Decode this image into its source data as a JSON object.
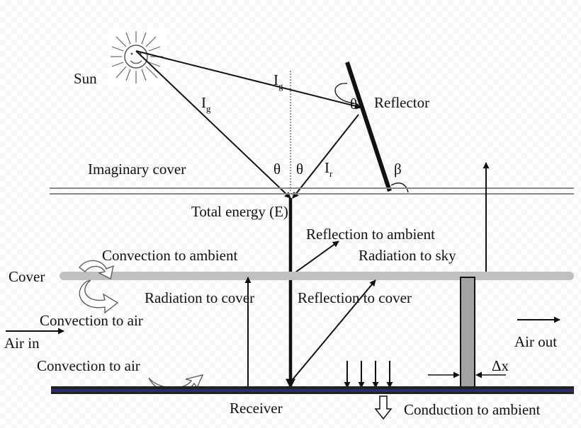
{
  "labels": {
    "sun": "Sun",
    "ig_top": "I",
    "ig_top_sub": "g",
    "ig_left": "I",
    "ig_left_sub": "g",
    "ir": "I",
    "ir_sub": "r",
    "theta_left": "θ",
    "theta_right": "θ",
    "theta_reflector": "θ",
    "beta": "β",
    "reflector": "Reflector",
    "imaginary_cover": "Imaginary cover",
    "total_energy": "Total energy  (E)",
    "reflection_ambient": "Reflection to ambient",
    "radiation_sky": "Radiation to sky",
    "convection_ambient": "Convection to ambient",
    "cover": "Cover",
    "radiation_cover": "Radiation to  cover",
    "reflection_cover": "Reflection to cover",
    "convection_air_upper": "Convection to air",
    "air_in": "Air in",
    "air_out": "Air out",
    "convection_air_lower": "Convection to air",
    "delta_x": "Δx",
    "receiver": "Receiver",
    "conduction_ambient": "Conduction to ambient"
  }
}
